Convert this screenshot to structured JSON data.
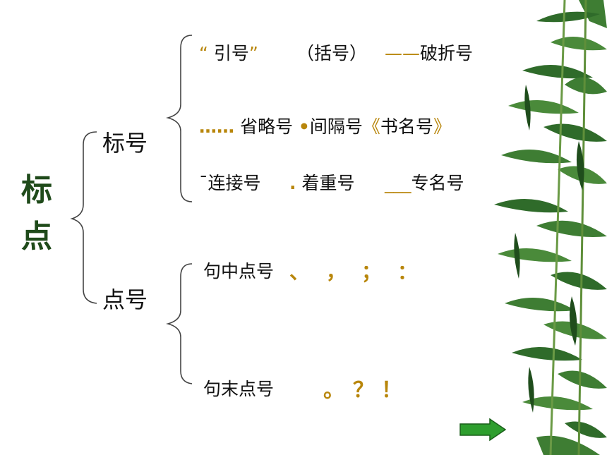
{
  "title": {
    "line1": "标",
    "line2": "点"
  },
  "group1": {
    "label": "标号",
    "row1": {
      "a_mark": "“ ",
      "a_label": "引号",
      "a_mark2": "”",
      "b": "（括号）",
      "c_mark": "——",
      "c_label": "破折号"
    },
    "row2": {
      "a_mark": "……",
      "a_label": " 省略号 ",
      "b_mark": "•",
      "b_label": "间隔号",
      "c_mark1": "《",
      "c_label": "书名号",
      "c_mark2": "》"
    },
    "row3": {
      "a_mark": "¯",
      "a_label": "连接号",
      "b_mark": ".",
      "b_label": " 着重号",
      "c_mark": "___",
      "c_label": "专名号"
    }
  },
  "group2": {
    "label": "点号",
    "row1": {
      "label": "句中点号",
      "marks": [
        "、",
        "，",
        "；",
        "："
      ]
    },
    "row2": {
      "label": "句末点号",
      "marks": [
        "。",
        "？",
        "！"
      ]
    }
  },
  "colors": {
    "title": "#1f4a1a",
    "mark": "#b8860b",
    "arrow": "#2e9e2e",
    "bamboo": "#2f6b2a"
  },
  "icons": {
    "next": "next-arrow-icon",
    "decoration": "bamboo-decoration"
  }
}
